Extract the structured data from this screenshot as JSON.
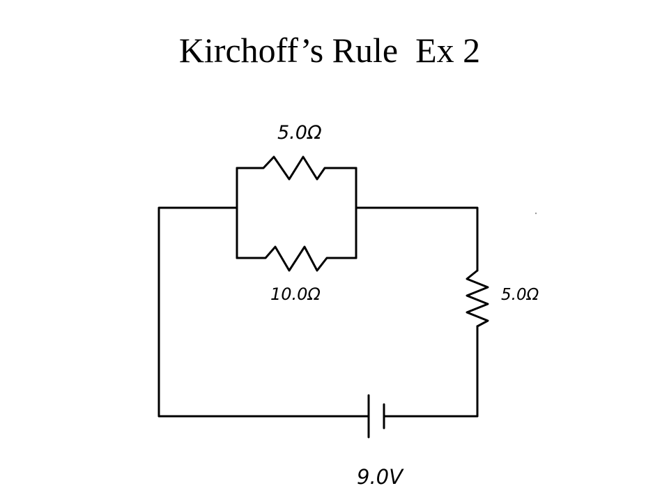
{
  "slide": {
    "title": "Kirchoff’s Rule  Ex 2"
  },
  "circuit": {
    "resistor_parallel_top": {
      "label": "5.0Ω"
    },
    "resistor_parallel_bottom": {
      "label": "10.0Ω"
    },
    "resistor_series_right": {
      "label": "5.0Ω"
    },
    "battery": {
      "label": "9.0V"
    }
  },
  "colors": {
    "background": "#ffffff",
    "ink": "#000000"
  }
}
